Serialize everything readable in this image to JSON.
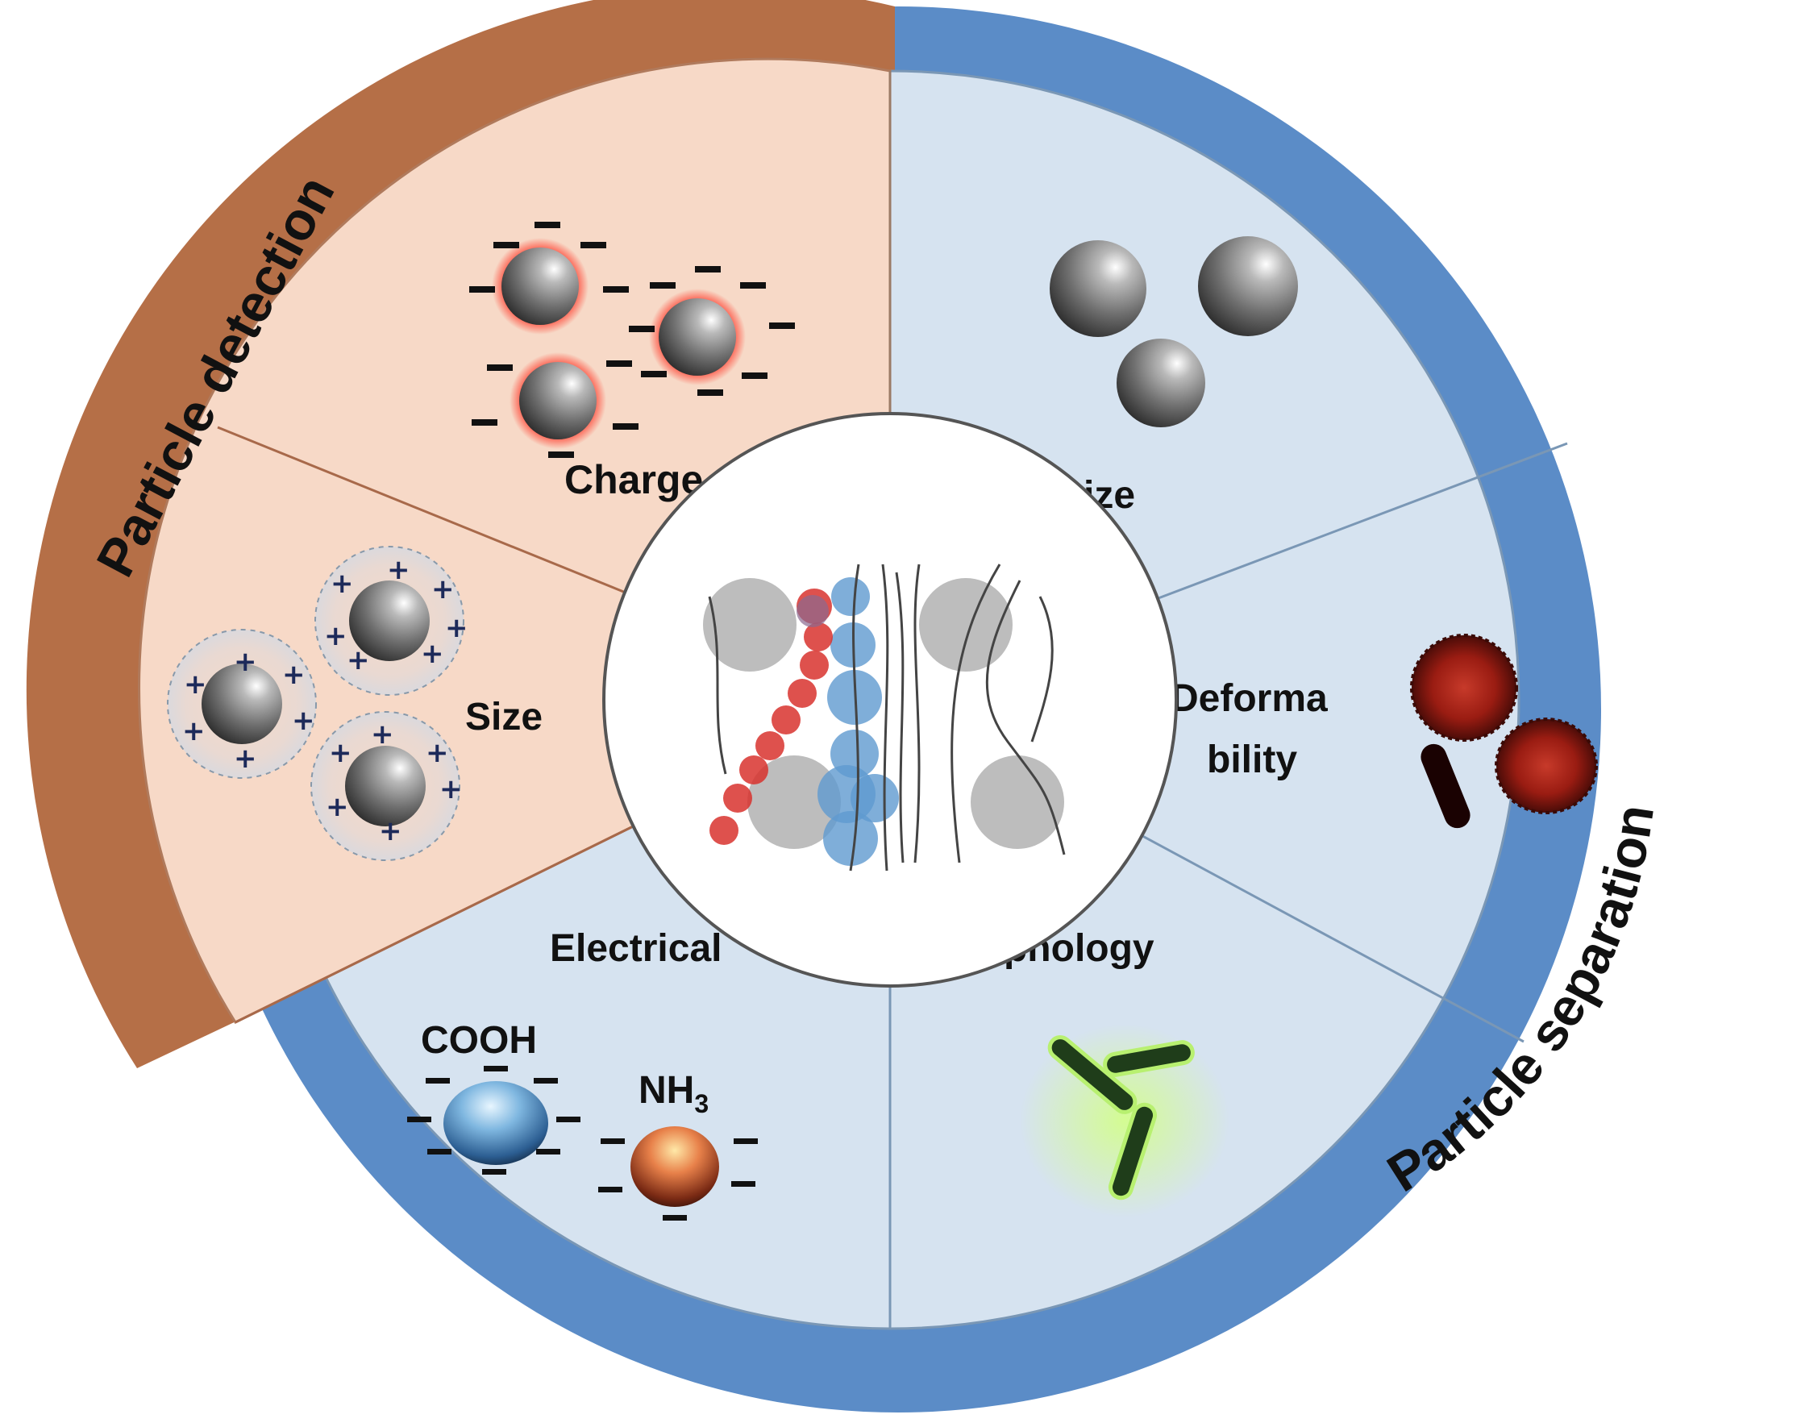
{
  "ring": {
    "detection_label": "Particle detection",
    "separation_label": "Particle separation"
  },
  "segments": {
    "charge": "Charge",
    "detection_size": "Size",
    "separation_size": "Size",
    "deformability_line1": "Deforma",
    "deformability_line2": "bility",
    "electrical": "Electrical",
    "morphology": "Morphology",
    "cooh": "COOH",
    "nh3_main": "NH",
    "nh3_sub": "3"
  },
  "symbols": {
    "minus": "−",
    "plus": "+"
  },
  "colors": {
    "detection_ring": "#b56f47",
    "separation_ring": "#5b8cc7",
    "detection_fill": "#f7d9c7",
    "separation_fill": "#d6e3f0",
    "red_particles": "#d8322e",
    "blue_particles": "#5f9ad0",
    "cells": "#8a1a12",
    "bacteria_glow": "#b8f070"
  }
}
